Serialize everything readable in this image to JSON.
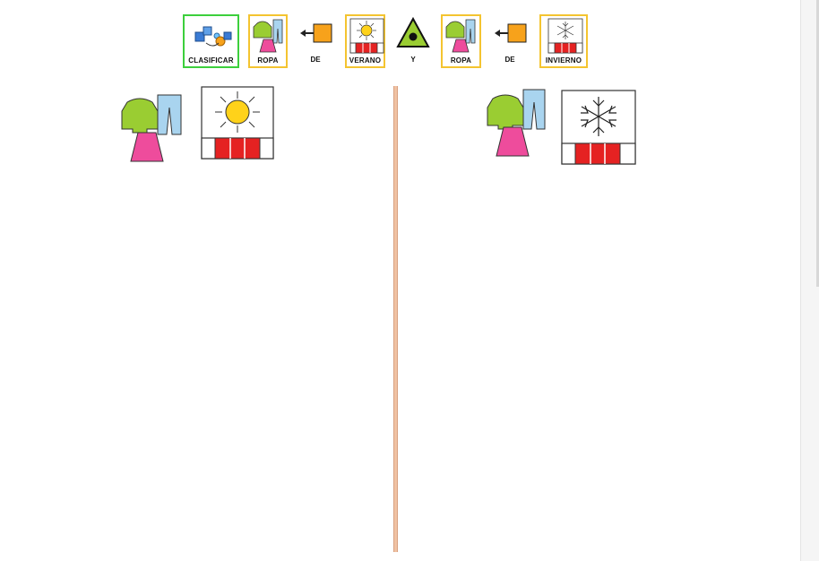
{
  "header_pictograms": {
    "classify_label": "CLASIFICAR",
    "clothes_label_1": "ROPA",
    "de_label_1": "DE",
    "summer_label": "VERANO",
    "y_label": "Y",
    "clothes_label_2": "ROPA",
    "de_label_2": "DE",
    "winter_label": "INVIERNO"
  },
  "colors": {
    "card_border_yellow": "#f4c430",
    "card_border_green": "#3ccf3c",
    "divider": "#f0c2a3",
    "sun": "#ffd21a",
    "calendar_red": "#e52222",
    "sweater_green": "#9acd32",
    "skirt_pink": "#ee4c9c",
    "jeans_blue": "#a9d4ef",
    "orange_square": "#f7a21b"
  }
}
